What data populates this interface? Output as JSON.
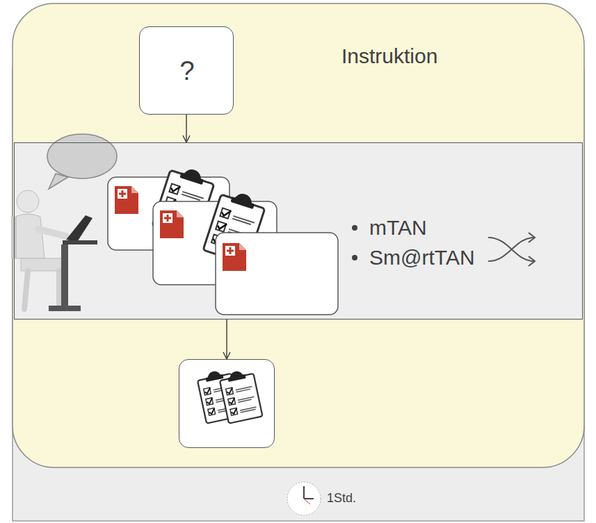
{
  "diagram": {
    "nodes": [
      {
        "text": [
          "?",
          "Instruktion"
        ]
      },
      {
        "text": [
          "mTAN",
          "Sm@rtTAN"
        ]
      },
      {}
    ],
    "edges": [
      {
        "from": 0,
        "to": 1,
        "arrow": "to"
      },
      {
        "from": 1,
        "to": 2,
        "arrow": "to"
      }
    ],
    "labels": [
      "1Std."
    ]
  }
}
